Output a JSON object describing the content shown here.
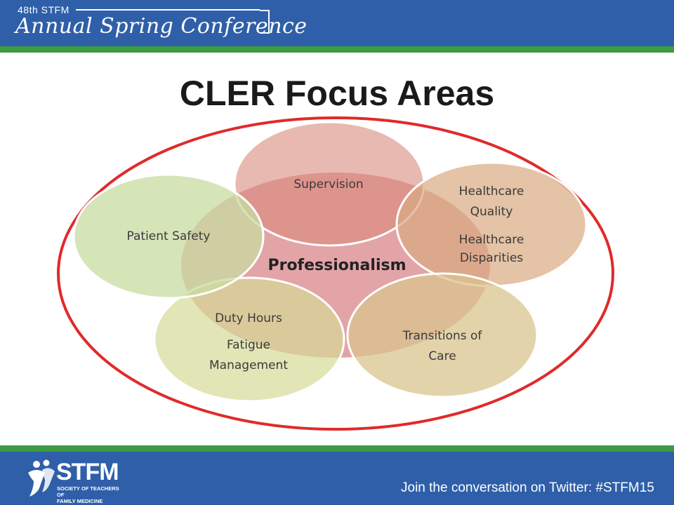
{
  "header": {
    "edition": "48th STFM",
    "conference_name": "Annual Spring Conference"
  },
  "slide": {
    "title": "CLER Focus Areas"
  },
  "diagram": {
    "center": "Professionalism",
    "petals": {
      "top": "Supervision",
      "upper_right": [
        "Healthcare",
        "Quality",
        "Healthcare",
        "Disparities"
      ],
      "lower_right": [
        "Transitions of",
        "Care"
      ],
      "lower_left": [
        "Duty Hours",
        "Fatigue",
        "Management"
      ],
      "upper_left": "Patient Safety"
    },
    "colors": {
      "outer_ring": "#e02a2a",
      "center": "#d9868a",
      "supervision": "#d98b7c",
      "healthcare": "#d9a980",
      "transitions": "#d9c48f",
      "duty_hours": "#d5da96",
      "patient_safety": "#c8dca0"
    }
  },
  "footer": {
    "logo_text": "STFM",
    "logo_subtext": [
      "SOCIETY OF TEACHERS OF",
      "FAMILY MEDICINE"
    ],
    "twitter": "Join the conversation on Twitter: #STFM15"
  }
}
